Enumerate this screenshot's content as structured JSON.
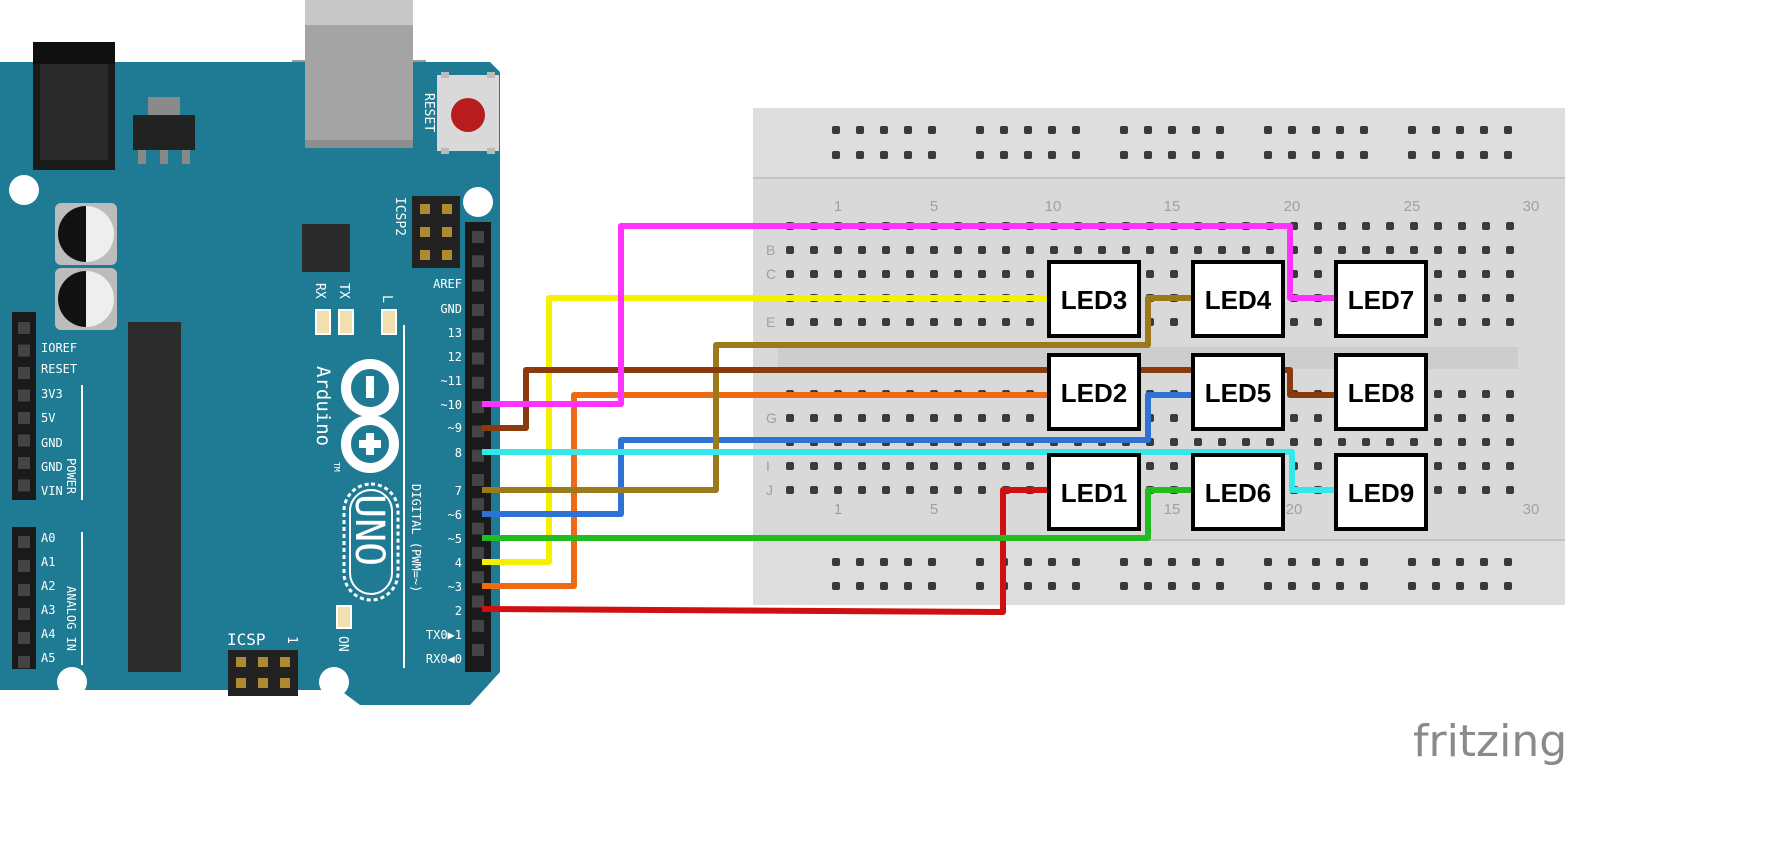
{
  "board": {
    "reset_label": "RESET",
    "icsp2_label": "ICSP2",
    "icsp_label": "ICSP",
    "icsp_pin1": "1",
    "rx_label": "RX",
    "tx_label": "TX",
    "l_label": "L",
    "on_label": "ON",
    "brand": "Arduino",
    "tm": "TM",
    "model": "UNO",
    "digital_label": "DIGITAL (PWM=~)",
    "power_label": "POWER",
    "analog_label": "ANALOG IN",
    "power_pins": [
      "IOREF",
      "RESET",
      "3V3",
      "5V",
      "GND",
      "GND",
      "VIN"
    ],
    "analog_pins": [
      "A0",
      "A1",
      "A2",
      "A3",
      "A4",
      "A5"
    ],
    "digital_pins": [
      "AREF",
      "GND",
      "13",
      "12",
      "~11",
      "~10",
      "~9",
      "8",
      "7",
      "~6",
      "~5",
      "4",
      "~3",
      "2",
      "TX0▶1",
      "RX0◀0"
    ]
  },
  "breadboard": {
    "column_numbers": [
      "1",
      "5",
      "10",
      "15",
      "20",
      "25",
      "30"
    ],
    "row_letters_top": [
      "B",
      "C",
      "",
      "E"
    ],
    "row_letters_bottom": [
      "",
      "G",
      "",
      "I",
      "J"
    ]
  },
  "leds": [
    "LED1",
    "LED2",
    "LED3",
    "LED4",
    "LED5",
    "LED6",
    "LED7",
    "LED8",
    "LED9"
  ],
  "wire_colors": {
    "pin10": "#ff33ff",
    "pin9": "#8b3a0e",
    "pin8": "#33e8e8",
    "pin7": "#9c7a1c",
    "pin6": "#2f72d6",
    "pin5": "#22bb22",
    "pin4": "#f5f000",
    "pin3": "#ee6a12",
    "pin2": "#d01010"
  },
  "colors": {
    "board": "#1f7a94",
    "board_dark": "#145a6e",
    "breadboard": "#d9d9d9"
  },
  "watermark": "fritzing"
}
